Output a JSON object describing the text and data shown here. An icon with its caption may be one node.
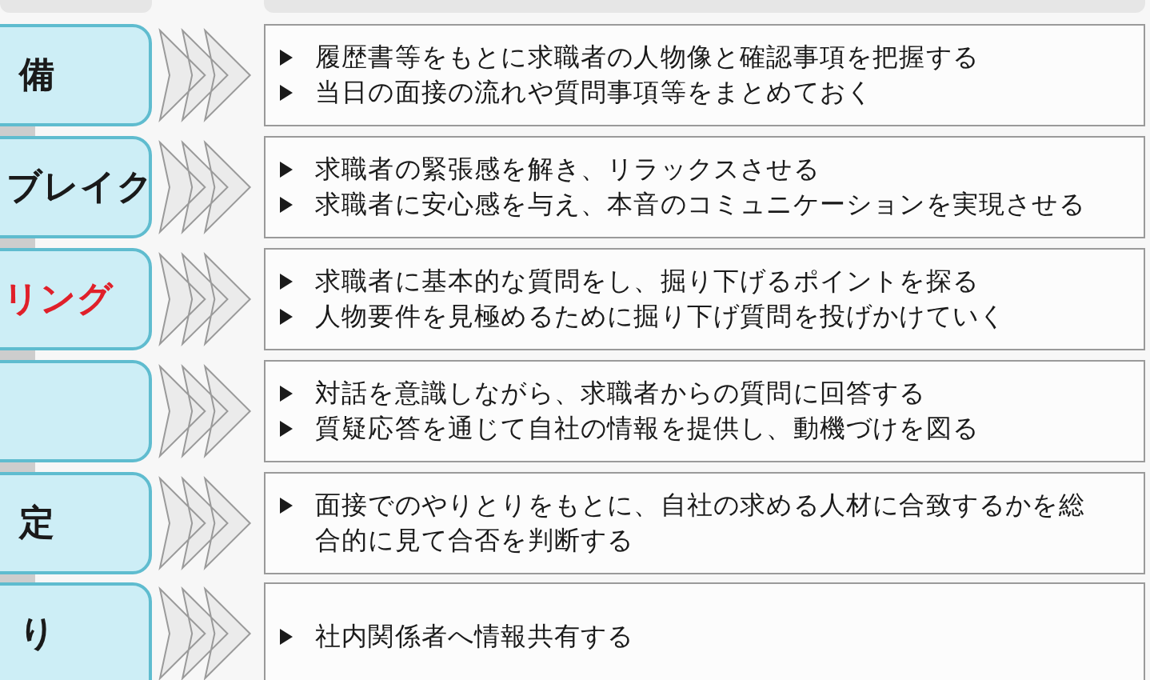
{
  "diagram": {
    "nodes": [
      {
        "text": [
          "備"
        ]
      },
      {
        "text": [
          "履歴書等をもとに求職者の人物像と確認事項を把握する",
          "当日の面接の流れや質問事項等をまとめておく"
        ]
      },
      {
        "text": [
          "ブレイク"
        ]
      },
      {
        "text": [
          "求職者の緊張感を解き、リラックスさせる",
          "求職者に安心感を与え、本音のコミュニケーションを実現させる"
        ]
      },
      {
        "text": [
          "リング"
        ]
      },
      {
        "text": [
          "求職者に基本的な質問をし、掘り下げるポイントを探る",
          "人物要件を見極めるために掘り下げ質問を投げかけていく"
        ]
      },
      {
        "text": [],
        "shape": "box"
      },
      {
        "text": [
          "対話を意識しながら、求職者からの質問に回答する",
          "質疑応答を通じて自社の情報を提供し、動機づけを図る"
        ]
      },
      {
        "text": [
          "定"
        ]
      },
      {
        "text": [
          "面接でのやりとりをもとに、自社の求める人材に合致するかを総合的に見て合否を判断する"
        ]
      },
      {
        "text": [
          "り"
        ]
      },
      {
        "text": [
          "社内関係者へ情報共有する"
        ]
      }
    ],
    "edges": [
      {
        "from": 0,
        "to": 1,
        "arrow": "to"
      },
      {
        "from": 2,
        "to": 3,
        "arrow": "to"
      },
      {
        "from": 4,
        "to": 5,
        "arrow": "to"
      },
      {
        "from": 6,
        "to": 7,
        "arrow": "to"
      },
      {
        "from": 8,
        "to": 9,
        "arrow": "to"
      },
      {
        "from": 10,
        "to": 11,
        "arrow": "to"
      }
    ]
  }
}
